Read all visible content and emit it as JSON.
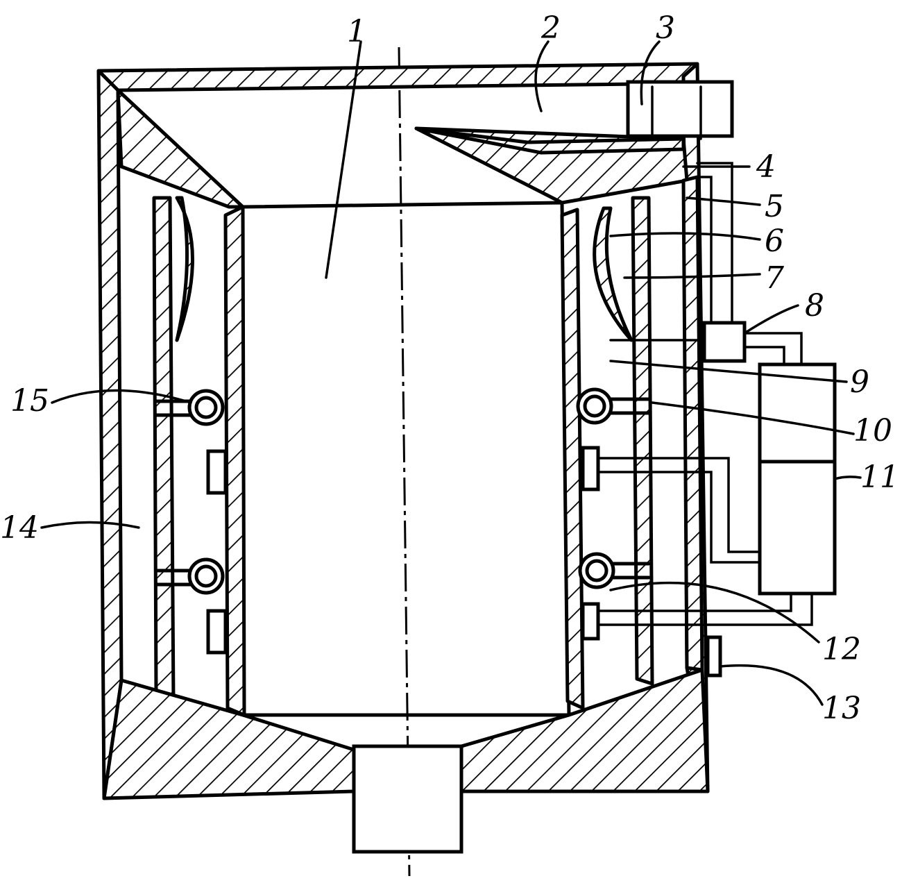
{
  "labels": [
    "1",
    "2",
    "3",
    "4",
    "5",
    "6",
    "7",
    "8",
    "9",
    "10",
    "11",
    "12",
    "13",
    "14",
    "15"
  ],
  "colors": {
    "ink": "#000000",
    "paper": "#ffffff"
  }
}
